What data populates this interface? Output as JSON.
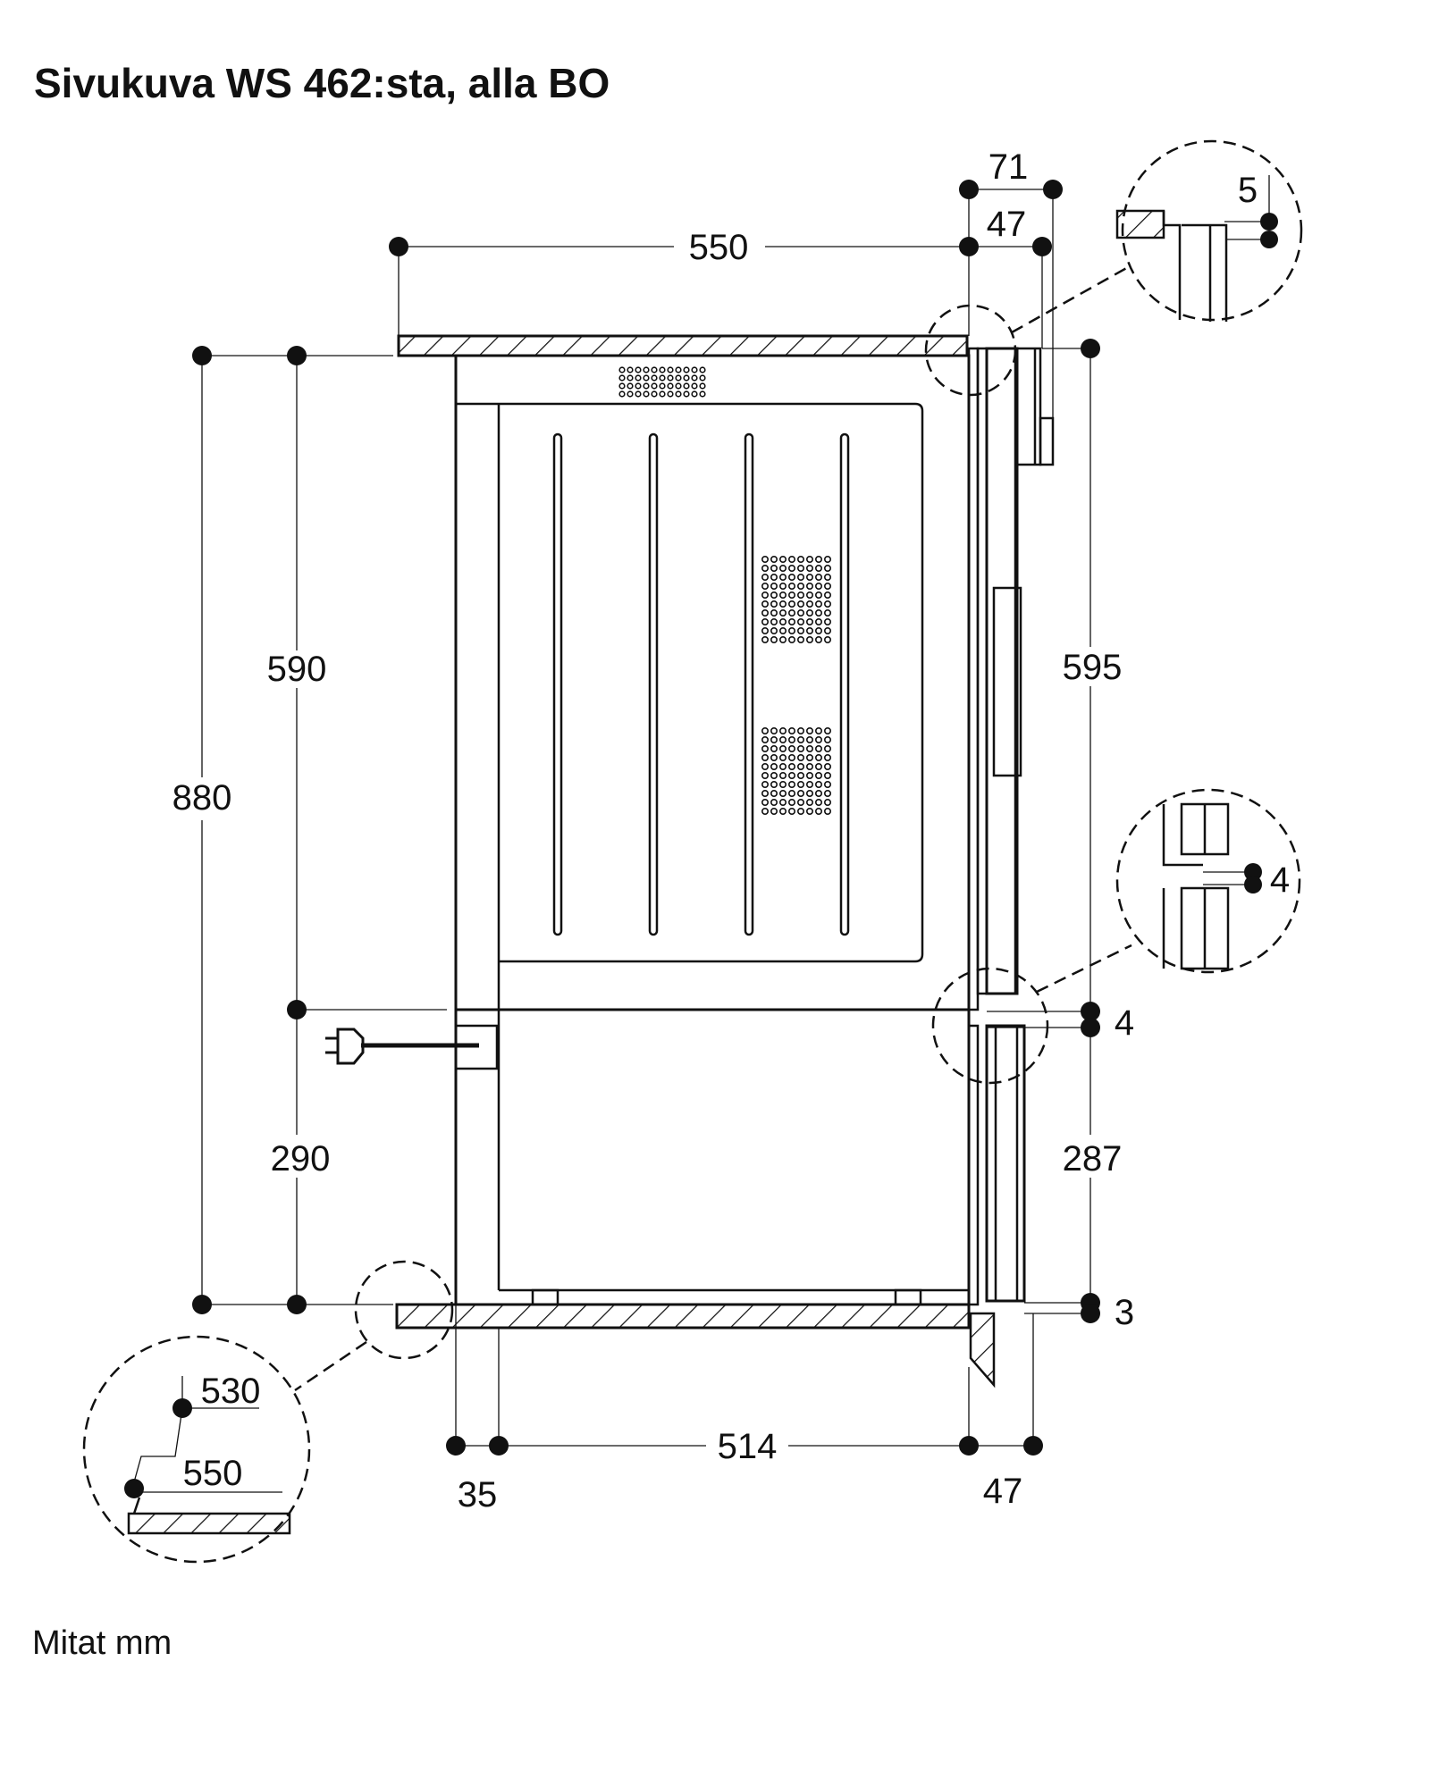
{
  "title": "Sivukuva WS 462:sta, alla BO",
  "footer": "Mitat mm",
  "dimensions": {
    "d71": "71",
    "d47_top": "47",
    "d5": "5",
    "d550_top": "550",
    "d880": "880",
    "d590": "590",
    "d290": "290",
    "d595": "595",
    "d4_detail": "4",
    "d4": "4",
    "d287": "287",
    "d3": "3",
    "d35": "35",
    "d514": "514",
    "d47_bottom": "47",
    "d530_detail": "530",
    "d550_detail": "550"
  }
}
